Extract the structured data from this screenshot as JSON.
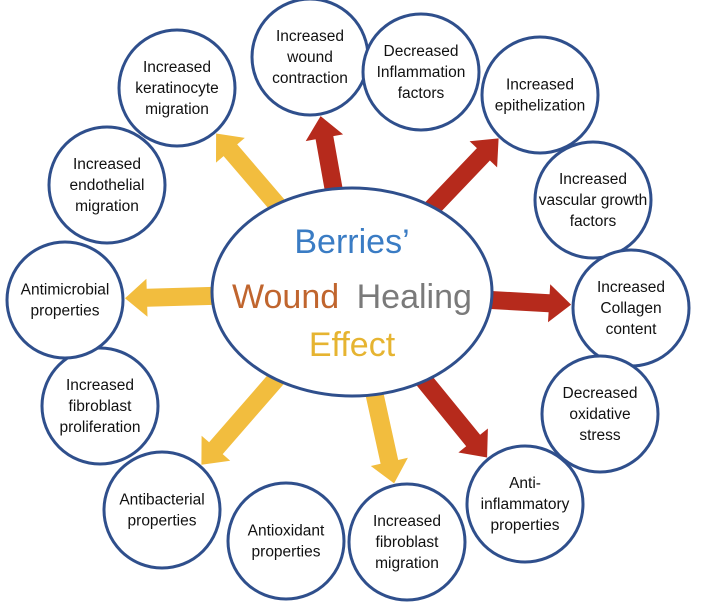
{
  "center": {
    "line1": "Berries’",
    "line2_word1": "Wound",
    "line2_word2": "Healing",
    "line3": "Effect",
    "colors": {
      "line1": "#3a7cc4",
      "word1": "#c0652e",
      "word2": "#7a7a7a",
      "line3": "#e6b431",
      "outline": "#2f4f8c"
    }
  },
  "arrow_colors": {
    "red": "#b62a1c",
    "yellow": "#f2bd3e"
  },
  "nodes": [
    {
      "id": "wound-contraction",
      "lines": [
        "Increased",
        "wound",
        "contraction"
      ],
      "arrow": "red"
    },
    {
      "id": "inflammation-factors",
      "lines": [
        "Decreased",
        "Inflammation",
        "factors"
      ],
      "arrow": "none"
    },
    {
      "id": "epithelization",
      "lines": [
        "Increased",
        "epithelization"
      ],
      "arrow": "red"
    },
    {
      "id": "vascular-growth-factors",
      "lines": [
        "Increased",
        "vascular growth",
        "factors"
      ],
      "arrow": "none"
    },
    {
      "id": "collagen-content",
      "lines": [
        "Increased",
        "Collagen",
        "content"
      ],
      "arrow": "red"
    },
    {
      "id": "oxidative-stress",
      "lines": [
        "Decreased",
        "oxidative",
        "stress"
      ],
      "arrow": "none"
    },
    {
      "id": "anti-inflammatory",
      "lines": [
        "Anti-",
        "inflammatory",
        "properties"
      ],
      "arrow": "red"
    },
    {
      "id": "fibroblast-migration",
      "lines": [
        "Increased",
        "fibroblast",
        "migration"
      ],
      "arrow": "yellow"
    },
    {
      "id": "antioxidant",
      "lines": [
        "Antioxidant",
        "properties"
      ],
      "arrow": "none"
    },
    {
      "id": "antibacterial",
      "lines": [
        "Antibacterial",
        "properties"
      ],
      "arrow": "yellow"
    },
    {
      "id": "fibroblast-proliferation",
      "lines": [
        "Increased",
        "fibroblast",
        "proliferation"
      ],
      "arrow": "none"
    },
    {
      "id": "antimicrobial",
      "lines": [
        "Antimicrobial",
        "properties"
      ],
      "arrow": "yellow"
    },
    {
      "id": "endothelial-migration",
      "lines": [
        "Increased",
        "endothelial",
        "migration"
      ],
      "arrow": "none"
    },
    {
      "id": "keratinocyte-migration",
      "lines": [
        "Increased",
        "keratinocyte",
        "migration"
      ],
      "arrow": "yellow"
    }
  ]
}
